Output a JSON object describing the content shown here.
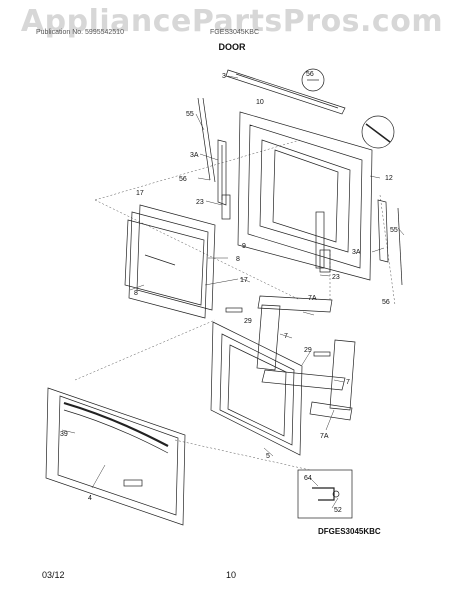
{
  "watermark": "AppliancePartsPros.com",
  "header": {
    "left_text": "Publication No. 5995542510",
    "right_text": "FGES3045KBC",
    "section_title": "DOOR"
  },
  "model_code": "DFGES3045KBC",
  "footer": {
    "date": "03/12",
    "page": "10"
  },
  "callouts": {
    "c3": "3",
    "c56a": "56",
    "c10": "10",
    "c55a": "55",
    "c3a_left": "3A",
    "c56b": "56",
    "c12": "12",
    "c17a": "17",
    "c23a": "23",
    "c9": "9",
    "c8a": "8",
    "c3a_right": "3A",
    "c55b": "55",
    "c17b": "17",
    "c23b": "23",
    "c8b": "8",
    "c7a_top": "7A",
    "c56c": "56",
    "c29a": "29",
    "c7a": "7",
    "c29b": "29",
    "c7b": "7",
    "c39": "39",
    "c7a_bottom": "7A",
    "c5": "5",
    "c4": "4",
    "c64": "64",
    "c52": "52"
  }
}
